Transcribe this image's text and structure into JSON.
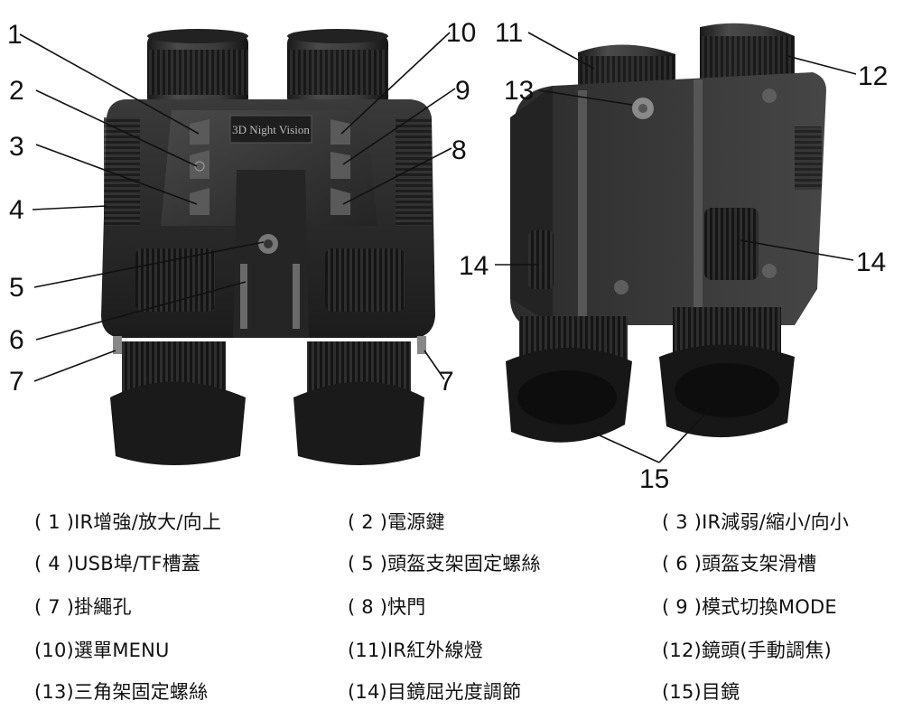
{
  "device_badge": "3D Night Vision",
  "callouts": [
    "1",
    "2",
    "3",
    "4",
    "5",
    "6",
    "7",
    "7",
    "8",
    "9",
    "10",
    "11",
    "12",
    "13",
    "14",
    "14",
    "15"
  ],
  "legend": [
    {
      "num": "( 1 )",
      "text": "IR增強/放大/向上"
    },
    {
      "num": "( 2 )",
      "text": "電源鍵"
    },
    {
      "num": "( 3 )",
      "text": "IR減弱/縮小/向小"
    },
    {
      "num": "( 4 )",
      "text": "USB埠/TF槽蓋"
    },
    {
      "num": "( 5 )",
      "text": "頭盔支架固定螺絲"
    },
    {
      "num": "( 6 )",
      "text": "頭盔支架滑槽"
    },
    {
      "num": "( 7 )",
      "text": "掛繩孔"
    },
    {
      "num": "( 8 )",
      "text": "快門"
    },
    {
      "num": "( 9 )",
      "text": "模式切換MODE"
    },
    {
      "num": "(10)",
      "text": "選單MENU"
    },
    {
      "num": "(11)",
      "text": "IR紅外線燈"
    },
    {
      "num": "(12)",
      "text": "鏡頭(手動調焦)"
    },
    {
      "num": "(13)",
      "text": "三角架固定螺絲"
    },
    {
      "num": "(14)",
      "text": "目鏡屈光度調節"
    },
    {
      "num": "(15)",
      "text": "目鏡"
    }
  ]
}
